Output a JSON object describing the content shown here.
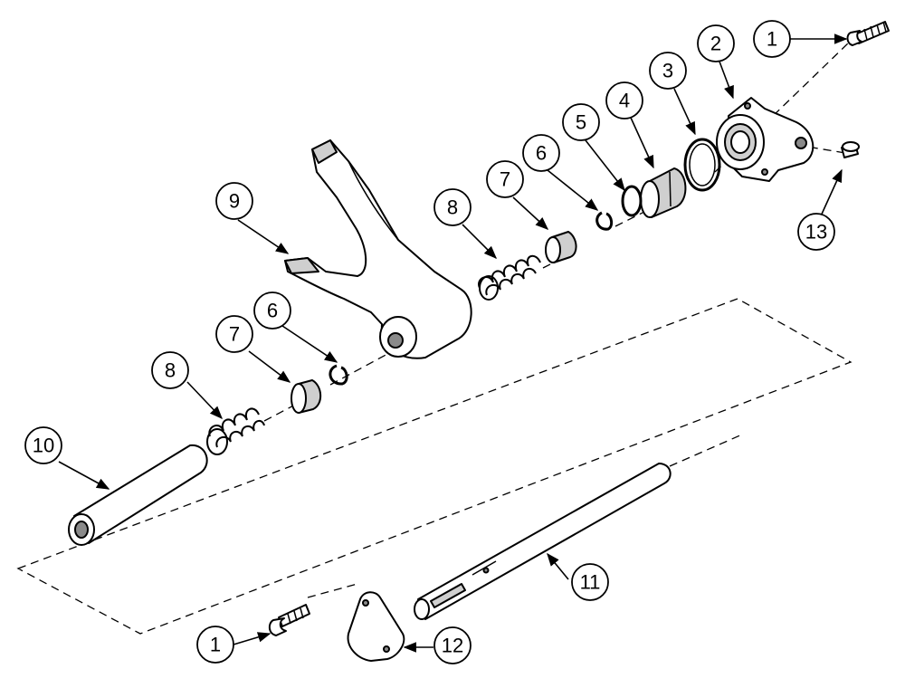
{
  "callouts": {
    "c1_top": "1",
    "c2": "2",
    "c3": "3",
    "c4": "4",
    "c5": "5",
    "c6_top": "6",
    "c7_top": "7",
    "c8_top": "8",
    "c9": "9",
    "c6_mid": "6",
    "c7_mid": "7",
    "c8_mid": "8",
    "c10": "10",
    "c11": "11",
    "c12": "12",
    "c13": "13",
    "c1_bottom": "1"
  }
}
